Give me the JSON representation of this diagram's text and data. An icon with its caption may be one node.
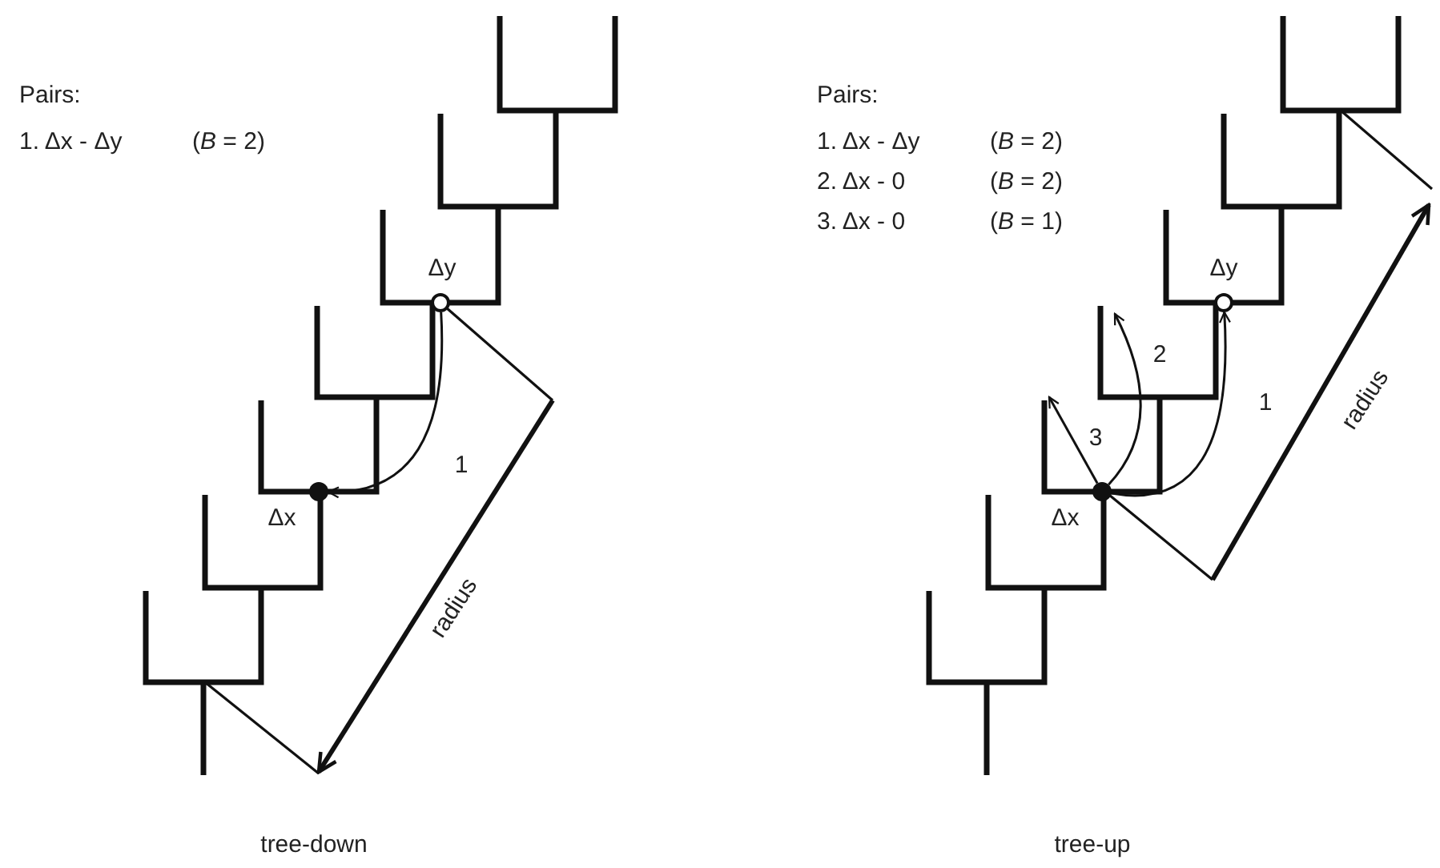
{
  "diagram": {
    "nodes": [
      {
        "text": [],
        "shape": "circle",
        "beside": [
          "Δy"
        ]
      },
      {
        "text": [],
        "shape": "circle",
        "beside": [
          "Δx"
        ]
      },
      {
        "text": [],
        "shape": "circle",
        "beside": [
          "Δy"
        ]
      },
      {
        "text": [],
        "shape": "circle",
        "beside": [
          "Δx"
        ]
      }
    ],
    "edges": [
      {
        "from": 0,
        "to": 1,
        "arrow": "to",
        "label": "1"
      },
      {
        "from": 3,
        "to": 2,
        "arrow": "to",
        "label": "1"
      },
      {
        "from": 3,
        "to": null,
        "arrow": "to",
        "label": "2"
      },
      {
        "from": 3,
        "to": null,
        "arrow": "to",
        "label": "3"
      }
    ],
    "labels": [
      "Pairs:",
      "1. Δx - Δy",
      "(*B* = 2)",
      "radius",
      "tree-down",
      "Pairs:",
      "1. Δx - Δy",
      "(*B* = 2)",
      "2. Δx - 0",
      "(*B* = 2)",
      "3. Δx - 0",
      "(*B* = 1)",
      "radius",
      "tree-up"
    ]
  }
}
